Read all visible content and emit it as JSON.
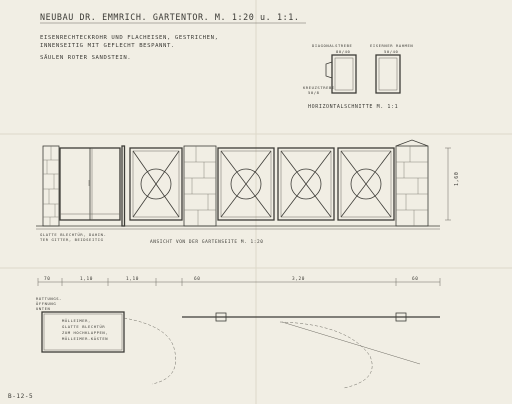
{
  "title": "NEUBAU DR. EMMRICH. GARTENTOR. M. 1:20 u. 1:1.",
  "notes": [
    "EISENRECHTECKROHR UND FLACHEISEN, GESTRICHEN,",
    "INNENSEITIG MIT GEFLECHT BESPANNT.",
    "SÄULEN ROTER SANDSTEIN."
  ],
  "section_labels": {
    "diagonal": "DIAGONALSTREBE",
    "diagonal_sub": "80/40",
    "frame": "EISERNER RAHMEN",
    "frame_sub": "50/40",
    "cross": "KREUZSTREBE",
    "cross_sub": "50/8",
    "title": "HORIZONTALSCHNITTE M. 1:1"
  },
  "elevation": {
    "panel_note_1": "GLATTE BLECHTÜR, DAHIN-",
    "panel_note_2": "TER GITTER, BEIDSEITIG",
    "caption": "ANSICHT VON DER GARTENSEITE M. 1:20",
    "height_dim": "1,60"
  },
  "dimensions": [
    "70",
    "1,10",
    "1,10",
    "60",
    "3,20",
    "60"
  ],
  "plan": {
    "side_label_1": "ROTTUNGS-",
    "side_label_2": "ÖFFNUNG",
    "side_label_3": "UNTEN",
    "bin_lines": [
      "MÜLLEIMER,",
      "GLATTE BLECHTÜR",
      "ZUM HOCHKLAPPEN,",
      "MÜLLEIMER-KÄSTEN"
    ]
  },
  "stamp": "B-12-5"
}
